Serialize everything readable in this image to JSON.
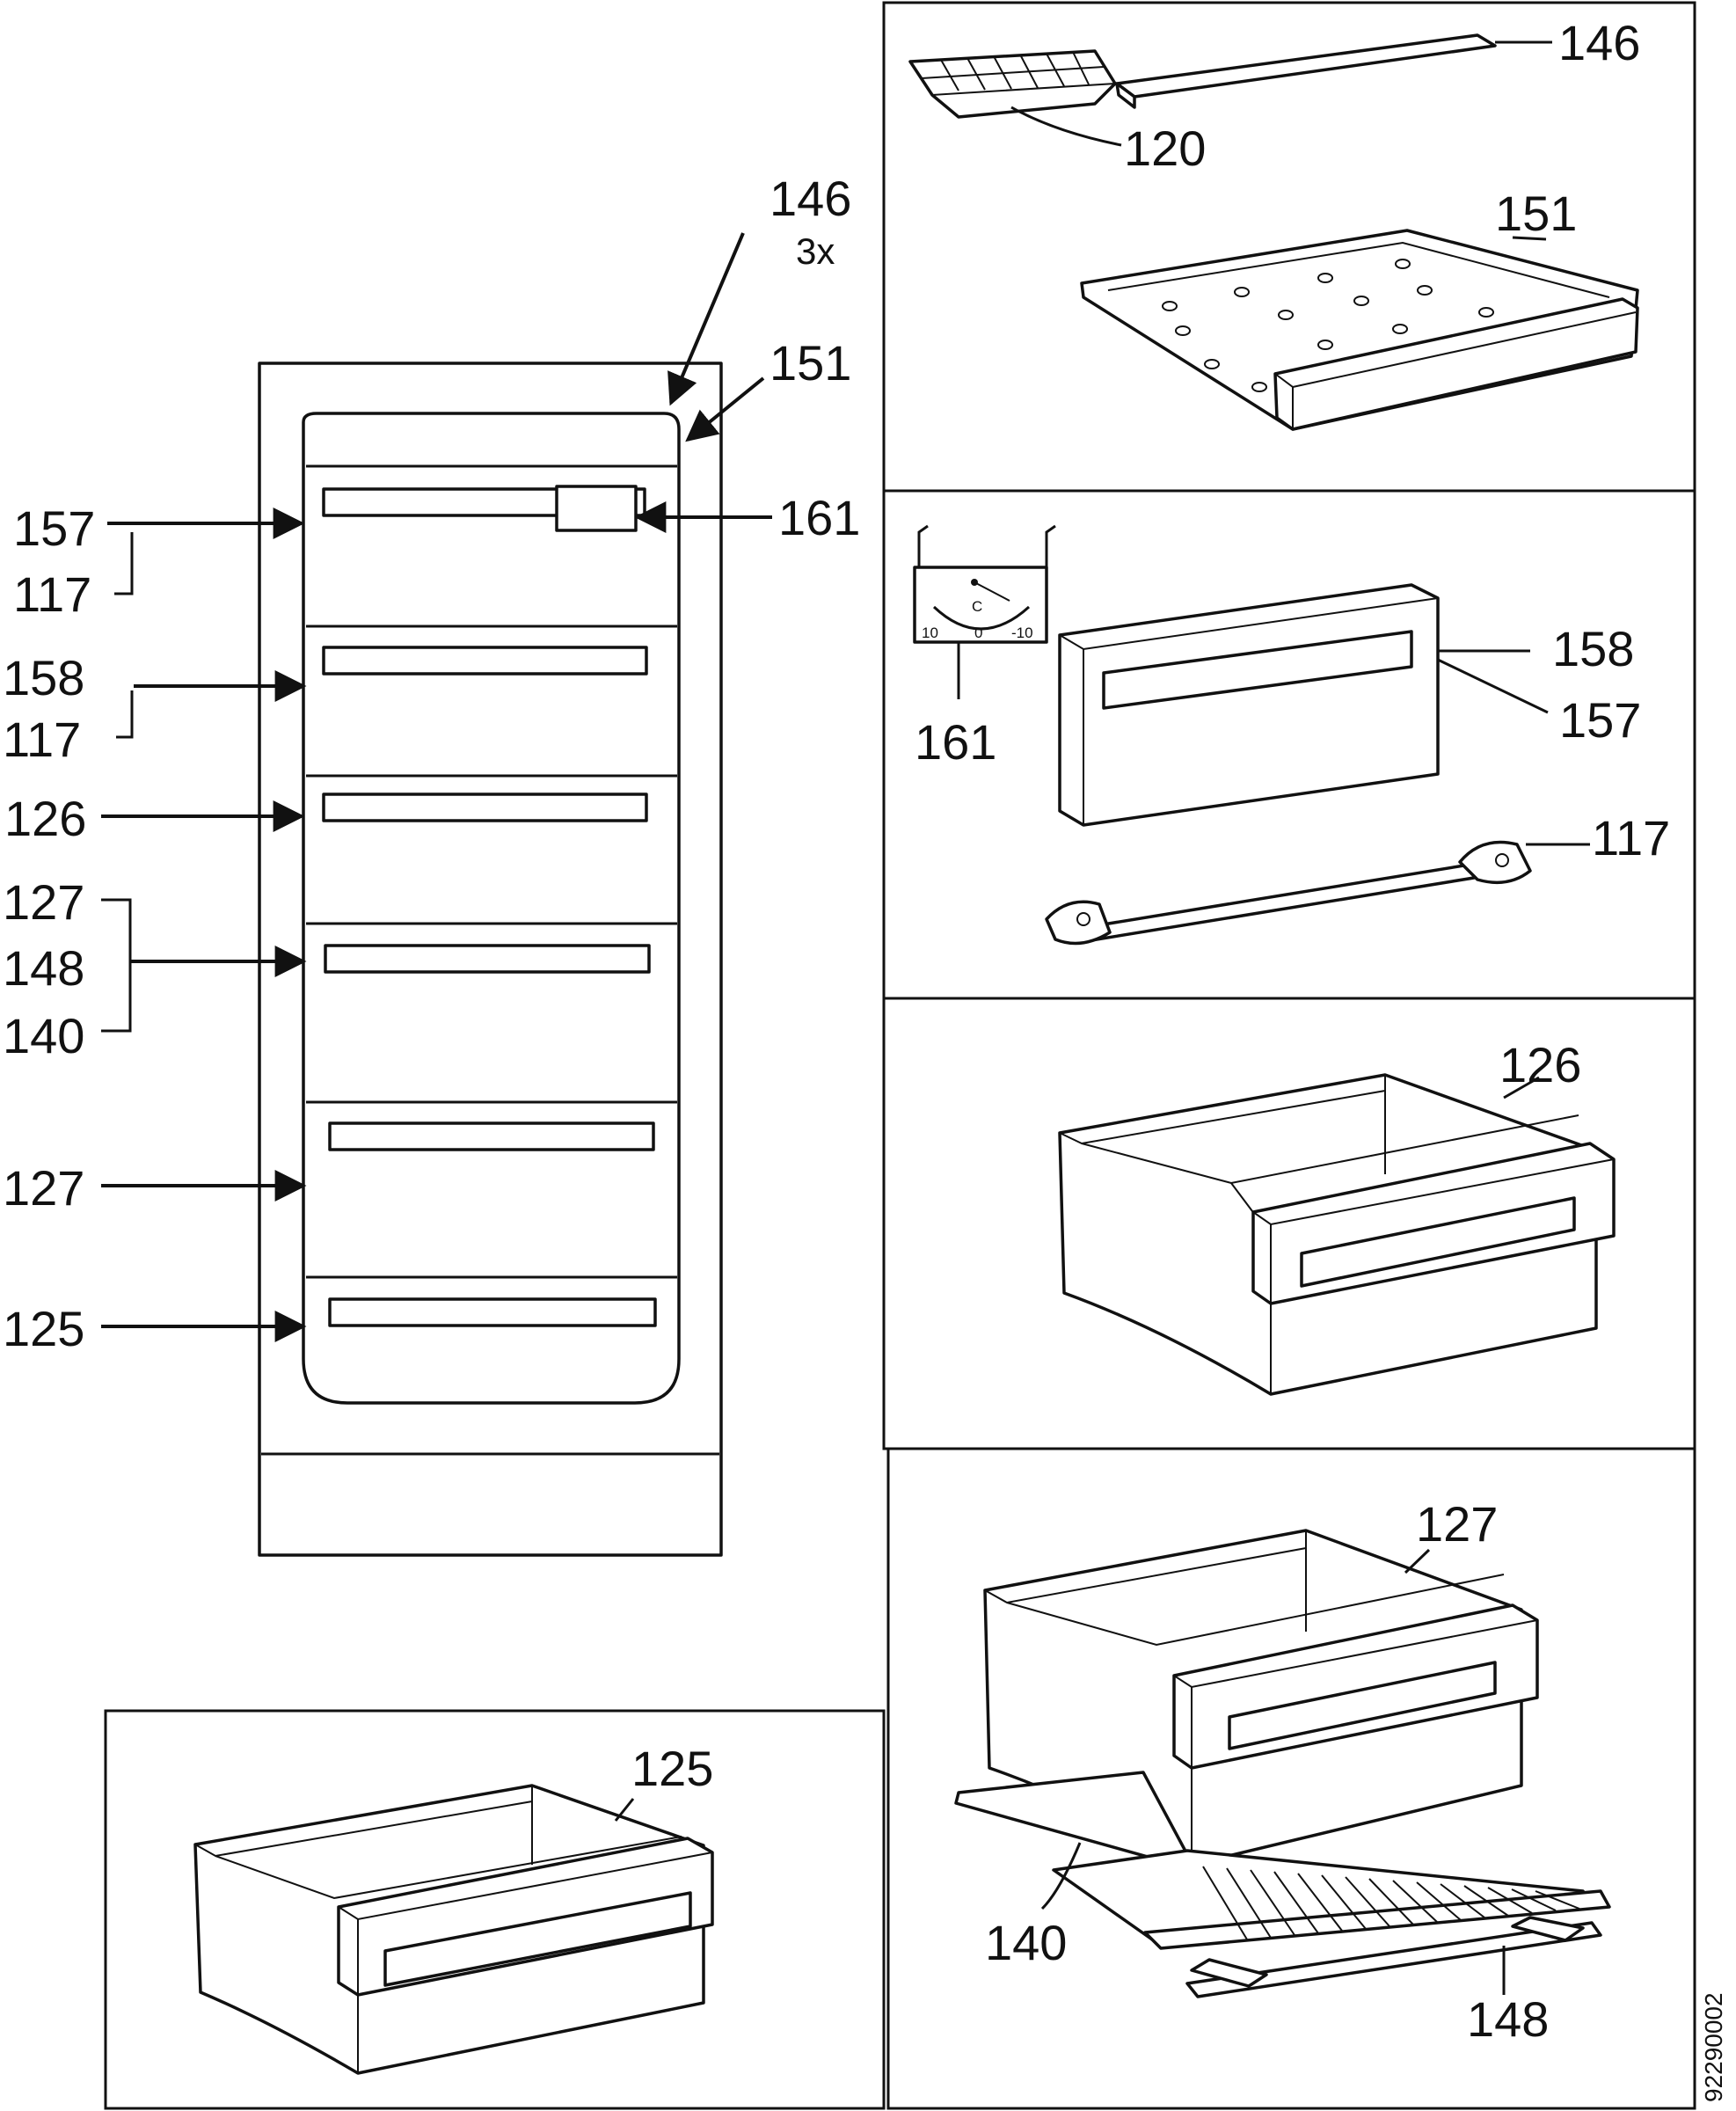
{
  "labels": {
    "top_146": "146",
    "top_3x": "3x",
    "top_151": "151",
    "cab_161": "161",
    "cab_157": "157",
    "cab_117a": "117",
    "cab_158": "158",
    "cab_117b": "117",
    "cab_126": "126",
    "cab_127a": "127",
    "cab_148": "148",
    "cab_140": "140",
    "cab_127b": "127",
    "cab_125": "125",
    "p1_146": "146",
    "p1_120": "120",
    "p1_151": "151",
    "p2_161": "161",
    "p2_158": "158",
    "p2_157": "157",
    "p2_117": "117",
    "p3_126": "126",
    "p4_127": "127",
    "p4_140": "140",
    "p4_148": "148",
    "p5_125": "125"
  },
  "dial": {
    "unit": "C",
    "left": "10",
    "center": "0",
    "right": "-10"
  },
  "figure_code": "92290002"
}
